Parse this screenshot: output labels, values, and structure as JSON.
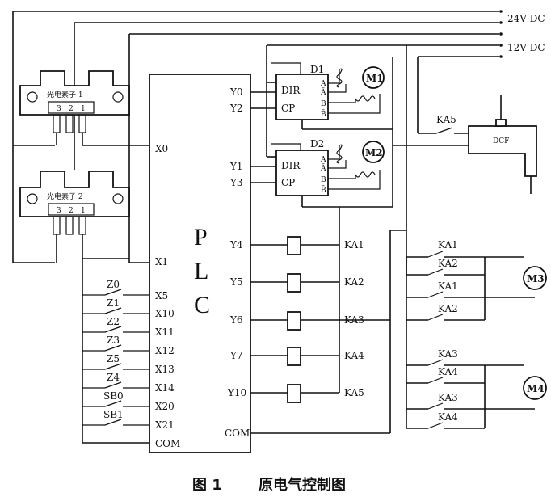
{
  "supply": {
    "v24": "24V DC",
    "v12": "12V DC"
  },
  "sensors": [
    {
      "label": "光电素子 1",
      "pins": [
        "3",
        "2",
        "1"
      ]
    },
    {
      "label": "光电素子 2",
      "pins": [
        "3",
        "2",
        "1"
      ]
    }
  ],
  "plc": {
    "letters": [
      "P",
      "L",
      "C"
    ],
    "inputs": [
      "X0",
      "X1",
      "X5",
      "X10",
      "X11",
      "X12",
      "X13",
      "X14",
      "X20",
      "X21",
      "COM"
    ],
    "outputs": [
      "Y0",
      "Y2",
      "Y1",
      "Y3",
      "Y4",
      "Y5",
      "Y6",
      "Y7",
      "Y10",
      "COM"
    ]
  },
  "switches": [
    "Z0",
    "Z1",
    "Z2",
    "Z3",
    "Z5",
    "Z4",
    "SB0",
    "SB1"
  ],
  "drivers": [
    {
      "name": "D1",
      "pins": [
        "DIR",
        "CP"
      ],
      "phases": [
        "A",
        "Ā",
        "B",
        "B̄"
      ],
      "motor": "M1"
    },
    {
      "name": "D2",
      "pins": [
        "DIR",
        "CP"
      ],
      "phases": [
        "A",
        "Ā",
        "B",
        "B̄"
      ],
      "motor": "M2"
    }
  ],
  "relays": [
    "KA1",
    "KA2",
    "KA3",
    "KA4",
    "KA5"
  ],
  "valve": {
    "contact": "KA5",
    "label": "DCF"
  },
  "motor_circuits": [
    {
      "motor": "M3",
      "contacts": [
        "KA1",
        "KA2",
        "KA1",
        "KA2"
      ]
    },
    {
      "motor": "M4",
      "contacts": [
        "KA3",
        "KA4",
        "KA3",
        "KA4"
      ]
    }
  ],
  "caption": {
    "number": "图 1",
    "title": "原电气控制图"
  }
}
